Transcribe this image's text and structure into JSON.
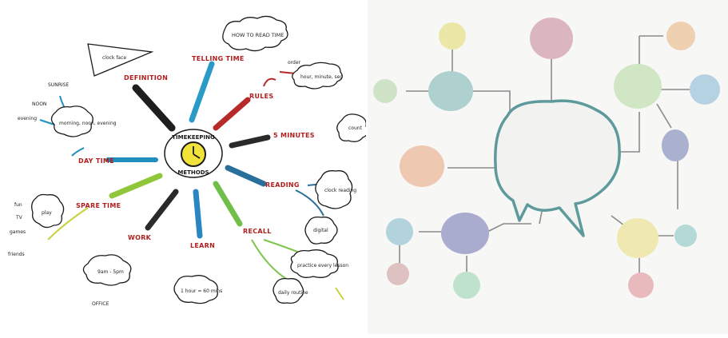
{
  "colors": {
    "ink": "#1a1a1a",
    "label_red": "#b11e1e",
    "clock_yellow": "#f2e33a",
    "bubble_outline": "#5e9a9b",
    "connector": "#8a8a8a"
  },
  "left_mindmap": {
    "center_label_top": "TIMEKEEPING",
    "center_label_bottom": "METHODS",
    "branches": [
      {
        "id": "top-left",
        "label": "DEFINITION",
        "color": "#1e1e1e"
      },
      {
        "id": "top",
        "label": "TELLING TIME",
        "color": "#2a9ac7"
      },
      {
        "id": "top-right",
        "label": "RULES",
        "color": "#b62a2a"
      },
      {
        "id": "right-upper",
        "label": "5 MINUTES",
        "color": "#2a2a2a"
      },
      {
        "id": "right-lower",
        "label": "READING",
        "color": "#2a6f9a"
      },
      {
        "id": "bottom-right",
        "label": "RECALL",
        "color": "#6fbf4a"
      },
      {
        "id": "bottom",
        "label": "LEARN",
        "color": "#2a86c2"
      },
      {
        "id": "bottom-left",
        "label": "WORK",
        "color": "#2a2a2a"
      },
      {
        "id": "left-lower",
        "label": "SPARE TIME",
        "color": "#8fc63a"
      },
      {
        "id": "left",
        "label": "DAY TIME",
        "color": "#1f8fbf"
      }
    ],
    "notes": {
      "nw_triangle": "clock face",
      "top_cloud": "HOW TO READ TIME",
      "rules_cloud": "hour, minute, sec",
      "right_cloud": "count",
      "reading_cloud": "clock reading",
      "reading_side": "digital",
      "recall_cloud": "practice every lesson",
      "recall_cloud2": "daily routine",
      "learn_cloud": "1 hour = 60 mins",
      "work_cloud": "9am - 5pm",
      "work_below": "OFFICE",
      "spare_cloud": "play",
      "spare_left_1": "fun",
      "spare_left_2": "TV",
      "spare_left_3": "games",
      "spare_left_4": "friends",
      "day_cloud": "morning, noon, evening",
      "day_left_1": "SUNRISE",
      "day_left_2": "NOON",
      "day_left_3": "evening",
      "rules_label_top": "order"
    }
  },
  "right_bubble_map": {
    "center_shape": "speech-bubble outline",
    "bubbles": [
      {
        "name": "top-left-yellow",
        "color": "#ebe7a6"
      },
      {
        "name": "top-center-pink",
        "color": "#dcb6bf"
      },
      {
        "name": "left-green-small",
        "color": "#cfe4c6"
      },
      {
        "name": "left-teal",
        "color": "#aed1d0"
      },
      {
        "name": "top-right-orange",
        "color": "#efd1b2"
      },
      {
        "name": "right-green",
        "color": "#d1e6c4"
      },
      {
        "name": "far-right-blue",
        "color": "#b5d2e2"
      },
      {
        "name": "right-purple",
        "color": "#aab1cf"
      },
      {
        "name": "left-orange",
        "color": "#eec8b1"
      },
      {
        "name": "bottom-left-blue",
        "color": "#b3d3dc"
      },
      {
        "name": "bottom-purple",
        "color": "#a9acce"
      },
      {
        "name": "bottom-left-pink",
        "color": "#dec2c2"
      },
      {
        "name": "bottom-green",
        "color": "#bfe2cd"
      },
      {
        "name": "bottom-right-yellow",
        "color": "#efe8b0"
      },
      {
        "name": "bottom-right-teal",
        "color": "#b4d9d6"
      },
      {
        "name": "bottom-right-pink",
        "color": "#e8b9bd"
      }
    ]
  }
}
